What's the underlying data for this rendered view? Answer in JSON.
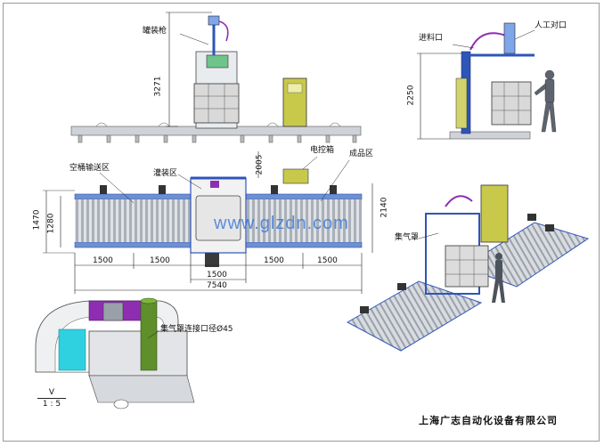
{
  "labels": {
    "filling_gun": "罐装枪",
    "inlet": "进料口",
    "manual_align": "人工对口",
    "control_box": "电控箱",
    "product_area": "成品区",
    "empty_conveyor": "空桶输送区",
    "filling_area": "灌装区",
    "gas_hood": "集气罩",
    "hood_port": "集气罩连接口径Ø45"
  },
  "dimensions": {
    "front_height": "3271",
    "side_height": "2250",
    "hood_height": "2005",
    "total_width_height": "2140",
    "left_outer": "1470",
    "left_inner": "1280",
    "seg1": "1500",
    "seg2": "1500",
    "seg_center": "1500",
    "seg4": "1500",
    "seg5": "1500",
    "total_length": "7540"
  },
  "watermark": "www.glzdn.com",
  "scale": {
    "view": "V",
    "ratio": "1 : 5"
  },
  "company": "上海广志自动化设备有限公司",
  "colors": {
    "frame_blue": "#2e55b8",
    "machine_green": "#c8c94a",
    "arm_purple": "#8e2db2",
    "hood_cyan": "#2fd1e0",
    "pipe_green": "#5e8f2a",
    "roller_gray": "#b8bcc2"
  }
}
